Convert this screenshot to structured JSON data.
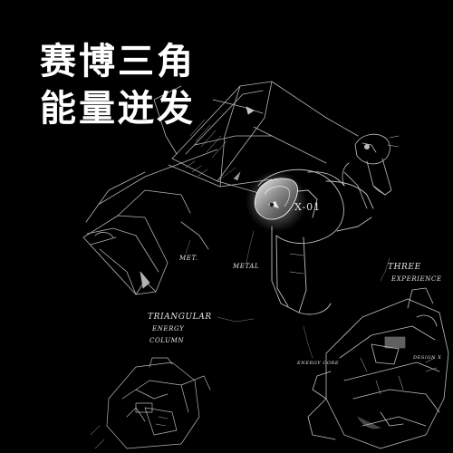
{
  "headline": {
    "line1": "赛博三角",
    "line2": "能量迸发"
  },
  "annotations": {
    "metal_left": "MET.",
    "metal_center": "METAL",
    "three_experience_1": "THREE",
    "three_experience_2": "EXPERIENCE",
    "triangular_1": "TRIANGULAR",
    "triangular_2": "ENERGY",
    "triangular_3": "COLUMN",
    "model": "X-01",
    "small_label": "ENERGY CORE",
    "small_label_right": "DESIGN X"
  },
  "colors": {
    "background": "#000000",
    "headline": "#ffffff",
    "sketch_line": "#d9d9d9",
    "highlight": "#f2f2f2"
  },
  "icons": {
    "earbud": "earbud-sketch",
    "mech": "mech-sketch"
  }
}
